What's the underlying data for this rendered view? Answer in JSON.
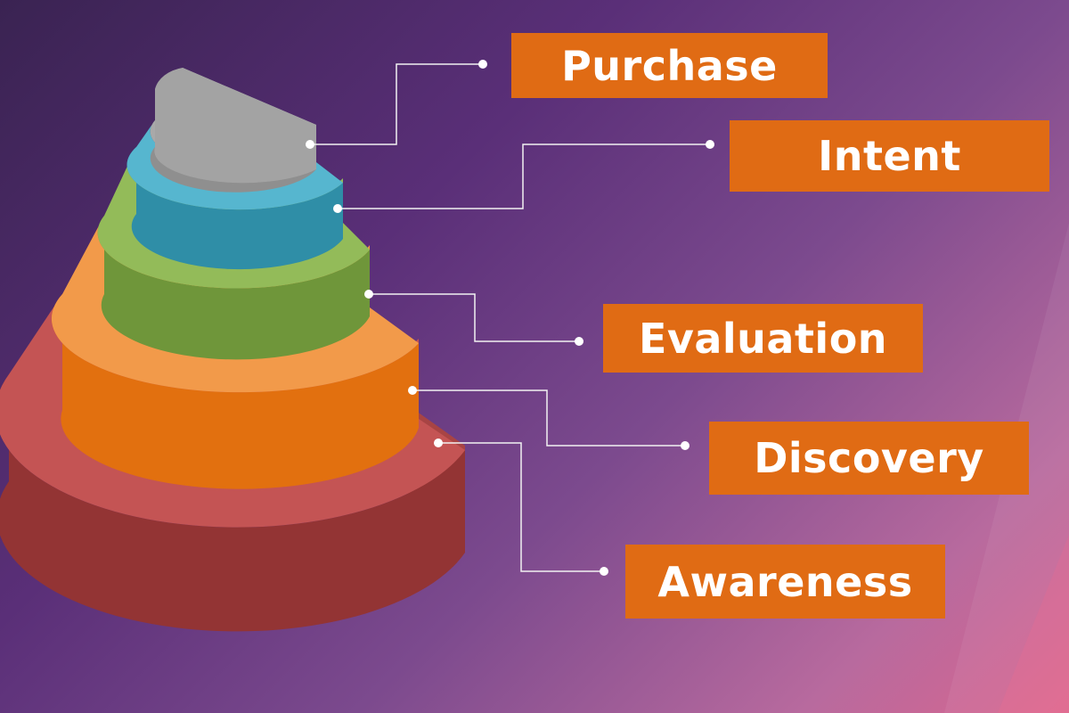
{
  "stages": [
    {
      "label": "Purchase",
      "color": "#a7a7a7"
    },
    {
      "label": "Intent",
      "color": "#3ba2bf"
    },
    {
      "label": "Evaluation",
      "color": "#7fa446"
    },
    {
      "label": "Discovery",
      "color": "#e8761c"
    },
    {
      "label": "Awareness",
      "color": "#a63d3d"
    }
  ],
  "label_bg_color": "#e06b14"
}
